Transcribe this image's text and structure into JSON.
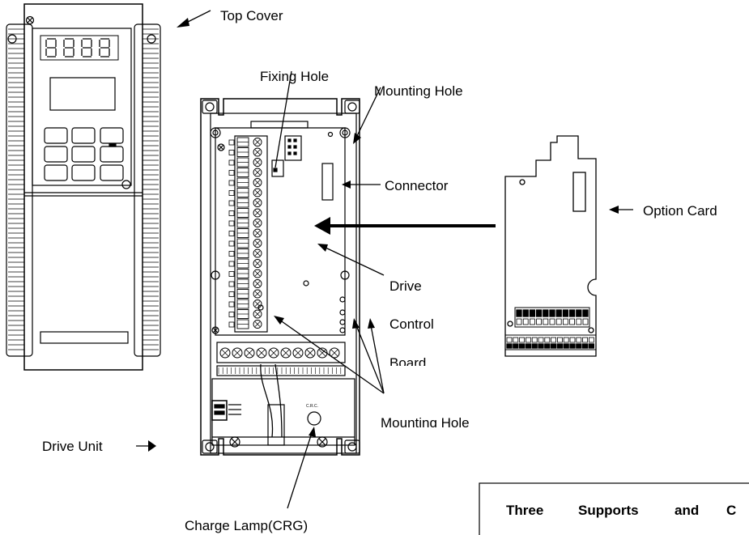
{
  "labels": {
    "top_cover": "Top Cover",
    "fixing_hole": "Fixing Hole",
    "mounting_hole_top": "Mounting Hole",
    "connector": "Connector",
    "option_card": "Option Card",
    "drive_line1": "Drive",
    "drive_line2": "Control",
    "drive_line3": "Board",
    "mounting_hole_bottom": "Mounting Hole",
    "drive_unit": "Drive Unit",
    "charge_lamp": "Charge Lamp(CRG)",
    "board_mark": "C.R.C."
  },
  "note_box": {
    "words": [
      "Three",
      "Supports",
      "and",
      "C"
    ]
  }
}
